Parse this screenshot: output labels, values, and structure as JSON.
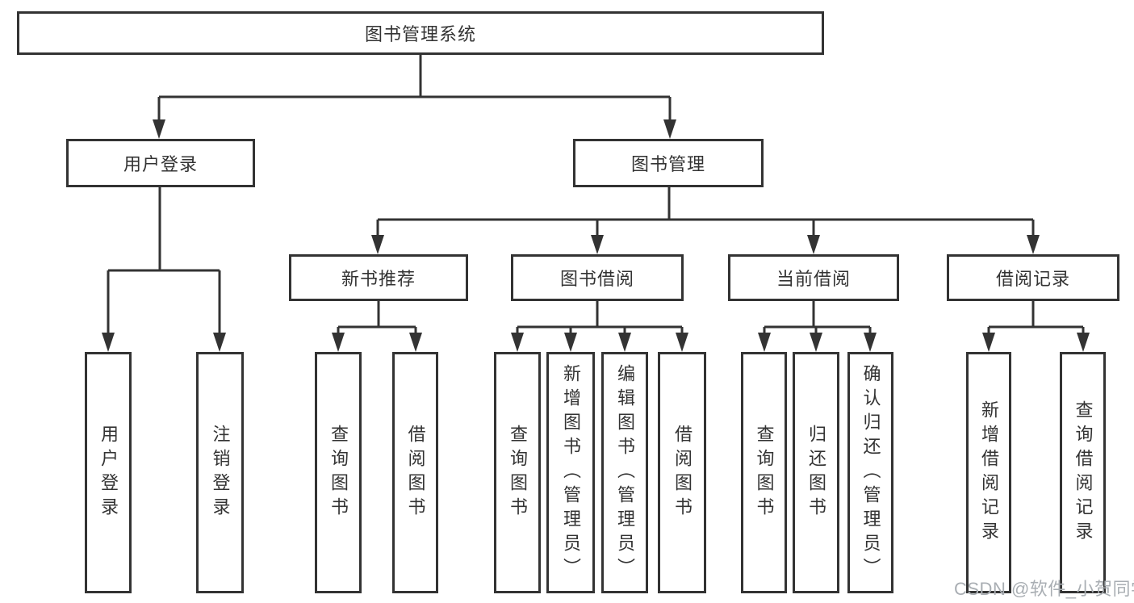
{
  "colors": {
    "line": "#333333",
    "text": "#333333",
    "box_background": "#ffffff",
    "page_background": "#ffffff",
    "watermark": "#a9aeb3"
  },
  "watermark": {
    "text": "CSDN @软件_小贺同学"
  },
  "diagram": {
    "type": "hierarchy-tree",
    "root": {
      "label": "图书管理系统"
    },
    "level2": [
      {
        "label": "用户登录"
      },
      {
        "label": "图书管理"
      }
    ],
    "level3": [
      {
        "label": "新书推荐",
        "parent": "图书管理"
      },
      {
        "label": "图书借阅",
        "parent": "图书管理"
      },
      {
        "label": "当前借阅",
        "parent": "图书管理"
      },
      {
        "label": "借阅记录",
        "parent": "图书管理"
      }
    ],
    "leaf_groups": [
      {
        "parent": "用户登录",
        "items": [
          {
            "label": "用户登录"
          },
          {
            "label": "注销登录"
          }
        ]
      },
      {
        "parent": "新书推荐",
        "items": [
          {
            "label": "查询图书"
          },
          {
            "label": "借阅图书"
          }
        ]
      },
      {
        "parent": "图书借阅",
        "items": [
          {
            "label": "查询图书"
          },
          {
            "label": "新增图书（管理员）"
          },
          {
            "label": "编辑图书（管理员）"
          },
          {
            "label": "借阅图书"
          }
        ]
      },
      {
        "parent": "当前借阅",
        "items": [
          {
            "label": "查询图书"
          },
          {
            "label": "归还图书"
          },
          {
            "label": "确认归还（管理员）"
          }
        ]
      },
      {
        "parent": "借阅记录",
        "items": [
          {
            "label": "新增借阅记录"
          },
          {
            "label": "查询借阅记录"
          }
        ]
      }
    ]
  }
}
